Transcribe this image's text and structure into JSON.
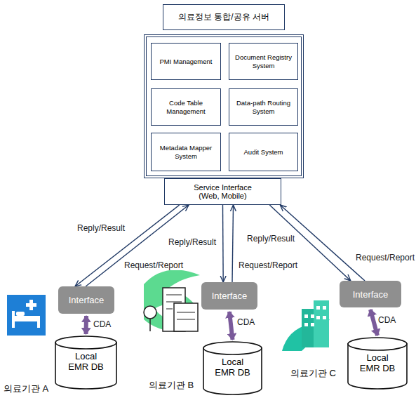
{
  "diagram": {
    "nodes": [
      {
        "text": [
          "의료정보 통합/공유 서버"
        ]
      },
      {
        "text": [
          "PMI Management"
        ],
        "in": 0
      },
      {
        "text": [
          "Document Registry System"
        ],
        "in": 0
      },
      {
        "text": [
          "Code Table Management"
        ],
        "in": 0
      },
      {
        "text": [
          "Data-path Routing System"
        ],
        "in": 0
      },
      {
        "text": [
          "Metadata Mapper System"
        ],
        "in": 0
      },
      {
        "text": [
          "Audit System"
        ],
        "in": 0
      },
      {
        "text": [
          "Service Interface (Web, Mobile)"
        ]
      },
      {
        "text": [
          "Interface"
        ]
      },
      {
        "text": [
          "Interface"
        ]
      },
      {
        "text": [
          "Interface"
        ]
      },
      {
        "text": [
          "Local EMR DB"
        ]
      },
      {
        "text": [
          "Local EMR DB"
        ]
      },
      {
        "text": [
          "Local EMR DB"
        ]
      }
    ],
    "edges": [
      {
        "from": 7,
        "to": 8,
        "label": "Reply/Result",
        "arrow": "to"
      },
      {
        "from": 8,
        "to": 7,
        "label": "Request/Report",
        "arrow": "to"
      },
      {
        "from": 8,
        "to": 11,
        "label": "CDA",
        "arrow": "both"
      },
      {
        "from": 7,
        "to": 9,
        "label": "Reply/Result",
        "arrow": "to"
      },
      {
        "from": 9,
        "to": 7,
        "label": "Request/Report",
        "arrow": "to"
      },
      {
        "from": 9,
        "to": 12,
        "label": "CDA",
        "arrow": "both"
      },
      {
        "from": 7,
        "to": 10,
        "label": "Reply/Result",
        "arrow": "to"
      },
      {
        "from": 10,
        "to": 7,
        "label": "Request/Report",
        "arrow": "to"
      },
      {
        "from": 10,
        "to": 13,
        "label": "CDA",
        "arrow": "both"
      }
    ],
    "labels": [
      "의료기관 A",
      "의료기관 B",
      "의료기관 C"
    ]
  }
}
